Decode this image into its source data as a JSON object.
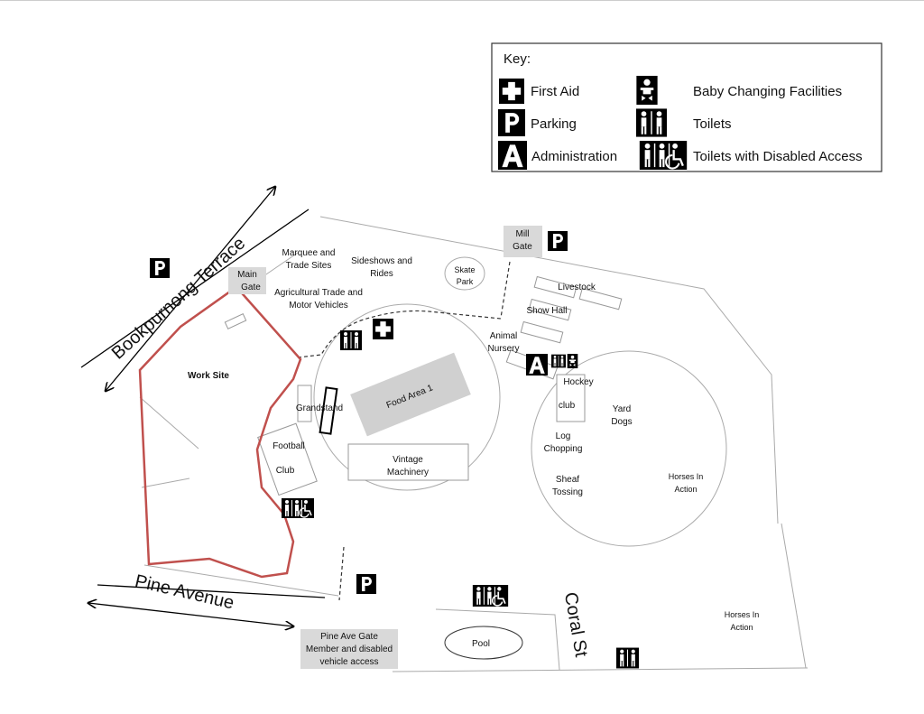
{
  "key": {
    "title": "Key:",
    "items": [
      {
        "icon": "first-aid-icon",
        "label": "First Aid"
      },
      {
        "icon": "parking-icon",
        "label": "Parking"
      },
      {
        "icon": "administration-icon",
        "label": "Administration"
      },
      {
        "icon": "baby-changing-icon",
        "label": "Baby Changing Facilities"
      },
      {
        "icon": "toilets-icon",
        "label": "Toilets"
      },
      {
        "icon": "toilets-disabled-icon",
        "label": "Toilets with Disabled Access"
      }
    ]
  },
  "roads": {
    "bookpurnong": "Bookpurnong Terrace",
    "pine": "Pine Avenue",
    "coral": "Coral St"
  },
  "gates": {
    "main": [
      "Main",
      "Gate"
    ],
    "mill": [
      "Mill",
      "Gate"
    ],
    "pine": [
      "Pine Ave Gate",
      "Member and disabled",
      "vehicle access"
    ]
  },
  "areas": {
    "marquee": [
      "Marquee and",
      "Trade Sites"
    ],
    "sideshows": [
      "Sideshows and",
      "Rides"
    ],
    "skate": [
      "Skate",
      "Park"
    ],
    "agricultural": [
      "Agricultural Trade and",
      "Motor Vehicles"
    ],
    "livestock": "Livestock",
    "show_hall": "Show Hall",
    "animal_nursery": [
      "Animal",
      "Nursery"
    ],
    "work_site": "Work Site",
    "food_area": "Food Area 1",
    "grandstand": "Grandstand",
    "football": [
      "Football",
      "Club"
    ],
    "vintage": [
      "Vintage",
      "Machinery"
    ],
    "hockey": [
      "Hockey",
      "club"
    ],
    "yard_dogs": [
      "Yard",
      "Dogs"
    ],
    "log_chopping": [
      "Log",
      "Chopping"
    ],
    "sheaf_tossing": [
      "Sheaf",
      "Tossing"
    ],
    "horses1": [
      "Horses In",
      "Action"
    ],
    "horses2": [
      "Horses In",
      "Action"
    ],
    "pool": "Pool"
  },
  "colors": {
    "work_site_outline": "#c0504d",
    "gate_fill": "#d9d9d9",
    "food_area_fill": "#d0d0d0"
  }
}
